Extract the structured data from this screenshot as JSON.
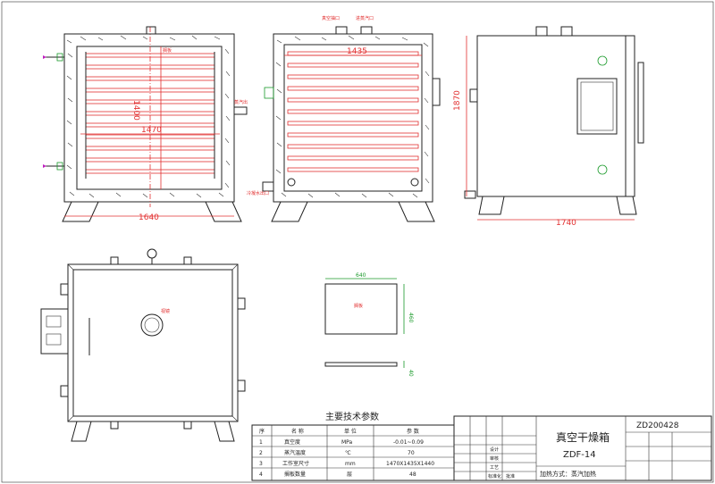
{
  "views": {
    "front_section": {
      "width_dim": "1640",
      "height_dim": "1400",
      "inner_dim": "1470",
      "label_shelf": "搁板"
    },
    "side_section": {
      "width_dim": "1435",
      "label_vacuum_port": "真空抽口",
      "label_inlet": "进蒸汽口",
      "label_outlet": "冷凝水出口",
      "label_steam_out": "蒸汽出"
    },
    "side_elevation": {
      "length_dim": "1740",
      "height_dim": "1870"
    },
    "door_view": {
      "label_window": "视镜"
    },
    "shelf_detail": {
      "width_dim": "640",
      "depth_dim": "460",
      "thick_dim": "40",
      "label": "搁板"
    }
  },
  "params_table": {
    "title": "主要技术参数",
    "headers": [
      "序",
      "名 称",
      "单 位",
      "参 数"
    ],
    "rows": [
      [
        "1",
        "真空度",
        "MPa",
        "-0.01~0.09"
      ],
      [
        "2",
        "蒸汽温度",
        "℃",
        "70"
      ],
      [
        "3",
        "工作室尺寸",
        "mm",
        "1470X1435X1440"
      ],
      [
        "4",
        "搁板数量",
        "层",
        "48"
      ]
    ]
  },
  "title_block": {
    "drawing_no": "ZD200428",
    "product_name": "真空干燥箱",
    "model": "ZDF-14",
    "heating": "加热方式：蒸汽加热",
    "small_labels": [
      "设计",
      "审核",
      "工艺",
      "标准化",
      "批准"
    ]
  }
}
